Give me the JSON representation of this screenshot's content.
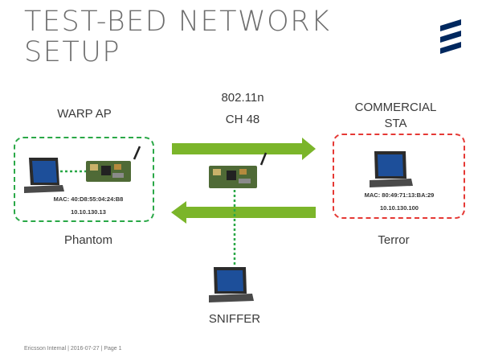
{
  "slide": {
    "title_line1": "TEST-BED NETWORK",
    "title_line2": "SETUP",
    "footer": "Ericsson Internal  |  2016-07-27  |  Page 1"
  },
  "link": {
    "standard": "802.11n",
    "channel": "CH 48"
  },
  "ap": {
    "label": "WARP AP",
    "mac": "MAC: 40:D8:55:04:24:B8",
    "ip": "10.10.130.13",
    "name": "Phantom",
    "border_color": "#2aa847"
  },
  "sta": {
    "label_line1": "COMMERCIAL",
    "label_line2": "STA",
    "mac": "MAC: 80:49:71:13:BA:29",
    "ip": "10.10.130.100",
    "name": "Terror",
    "border_color": "#e53935"
  },
  "sniffer": {
    "label": "SNIFFER"
  },
  "colors": {
    "arrow": "#7bb52a",
    "title": "#6e6e6e",
    "logo": "#00285f"
  }
}
